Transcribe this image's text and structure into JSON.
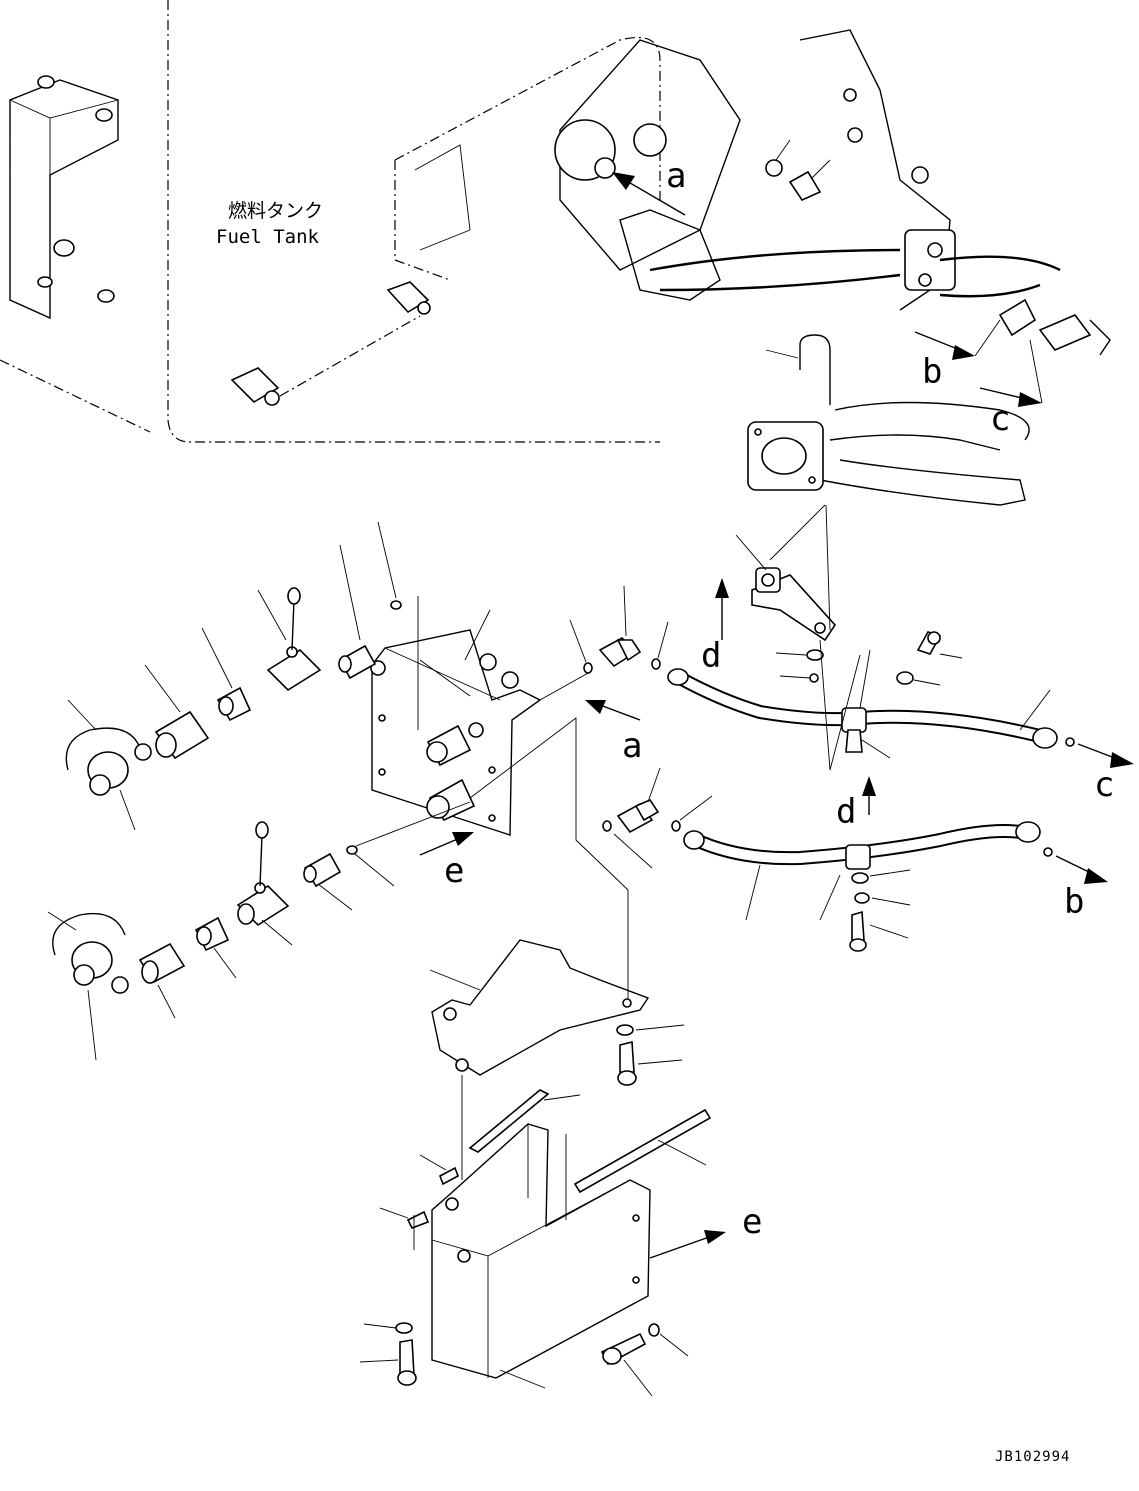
{
  "callouts": {
    "fuel_tank_jp": "燃料タンク",
    "fuel_tank_en": "Fuel Tank",
    "a": "a",
    "b": "b",
    "c": "c",
    "d": "d",
    "e": "e"
  },
  "drawing_code": "JB102994"
}
